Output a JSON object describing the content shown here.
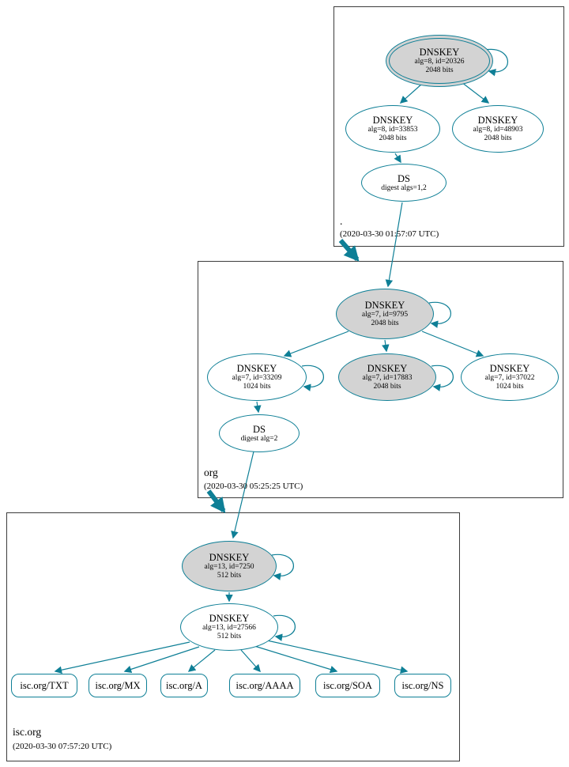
{
  "colors": {
    "edge": "#0e7f96",
    "ksk_fill": "#d3d3d3",
    "box_border": "#3c3c3c"
  },
  "zones": {
    "root": {
      "label": ".",
      "timestamp": "(2020-03-30 01:57:07 UTC)",
      "nodes": {
        "ksk": {
          "title": "DNSKEY",
          "line1": "alg=8, id=20326",
          "line2": "2048 bits"
        },
        "zsk": {
          "title": "DNSKEY",
          "line1": "alg=8, id=33853",
          "line2": "2048 bits"
        },
        "key3": {
          "title": "DNSKEY",
          "line1": "alg=8, id=48903",
          "line2": "2048 bits"
        },
        "ds": {
          "title": "DS",
          "line1": "digest algs=1,2"
        }
      }
    },
    "org": {
      "label": "org",
      "timestamp": "(2020-03-30 05:25:25 UTC)",
      "nodes": {
        "ksk": {
          "title": "DNSKEY",
          "line1": "alg=7, id=9795",
          "line2": "2048 bits"
        },
        "zsk": {
          "title": "DNSKEY",
          "line1": "alg=7, id=33209",
          "line2": "1024 bits"
        },
        "key3": {
          "title": "DNSKEY",
          "line1": "alg=7, id=17883",
          "line2": "2048 bits"
        },
        "key4": {
          "title": "DNSKEY",
          "line1": "alg=7, id=37022",
          "line2": "1024 bits"
        },
        "ds": {
          "title": "DS",
          "line1": "digest alg=2"
        }
      }
    },
    "isc": {
      "label": "isc.org",
      "timestamp": "(2020-03-30 07:57:20 UTC)",
      "nodes": {
        "ksk": {
          "title": "DNSKEY",
          "line1": "alg=13, id=7250",
          "line2": "512 bits"
        },
        "zsk": {
          "title": "DNSKEY",
          "line1": "alg=13, id=27566",
          "line2": "512 bits"
        }
      },
      "rrsets": [
        "isc.org/TXT",
        "isc.org/MX",
        "isc.org/A",
        "isc.org/AAAA",
        "isc.org/SOA",
        "isc.org/NS"
      ]
    }
  }
}
